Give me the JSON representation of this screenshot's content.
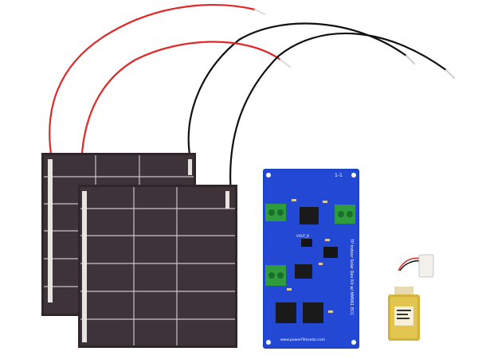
{
  "pcb": {
    "url_text": "www.powerfilmsolar.com",
    "silkscreen_side": "TP Indoor Solar Dev Kit w/ NM061 ECC",
    "label_top": "1-1",
    "label_vout": "VOUT_B"
  },
  "colors": {
    "pcb_blue": "#1e43c8",
    "panel_dark": "#3e3338",
    "terminal_green": "#2e9c3e",
    "battery_gold": "#d4b33a",
    "wire_red": "#e02828",
    "wire_black": "#111111"
  }
}
